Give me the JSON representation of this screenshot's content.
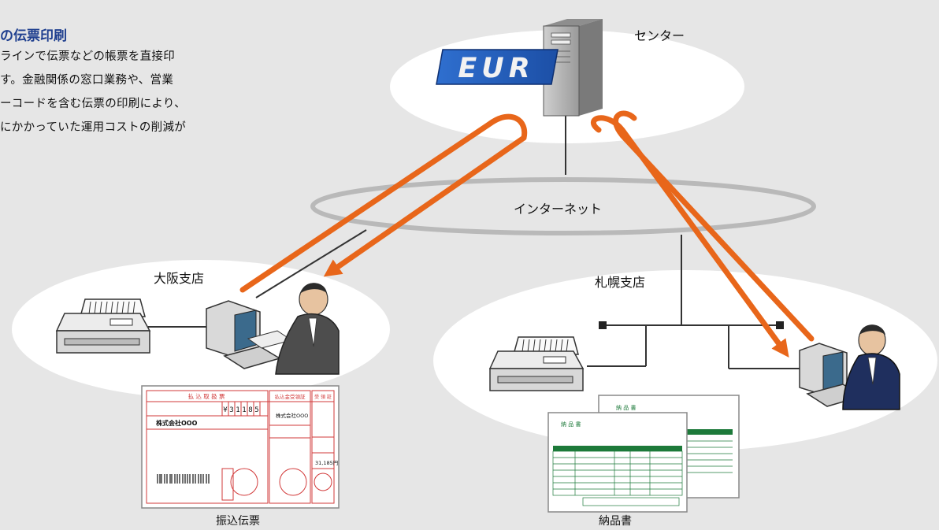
{
  "heading": "の伝票印刷",
  "body_lines": [
    "ラインで伝票などの帳票を直接印",
    "す。金融関係の窓口業務や、営業",
    "ーコードを含む伝票の印刷により、",
    "にかかっていた運用コストの削減が"
  ],
  "labels": {
    "center": "センター",
    "internet": "インターネット",
    "osaka": "大阪支店",
    "sapporo": "札幌支店",
    "slip_caption": "振込伝票",
    "delivery_caption": "納品書"
  },
  "server_logo": "EUR",
  "slip": {
    "title": "払 込 取 扱 票",
    "title2": "払込金受領証",
    "company": "株式会社OOO",
    "amount_digits": [
      "¥",
      "3",
      "1",
      "1",
      "8",
      "5"
    ],
    "amount": "31,185円",
    "receipt": "受 領 証"
  },
  "delivery": {
    "title": "納 品 書"
  },
  "colors": {
    "arrow": "#e8661a",
    "heading": "#1f3f8f",
    "ellipse": "#ffffff",
    "line": "#333333"
  }
}
